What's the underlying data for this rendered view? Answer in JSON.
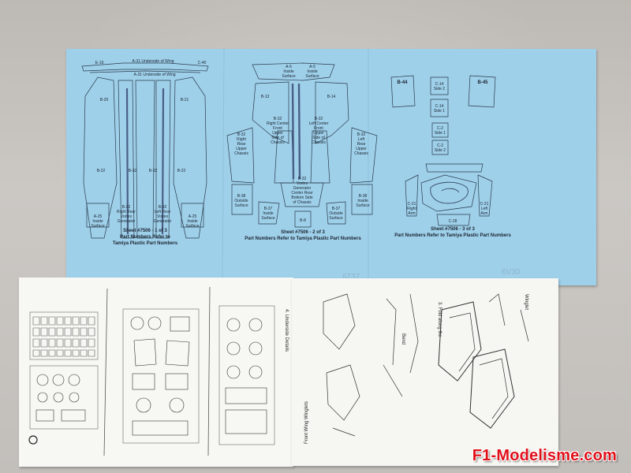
{
  "sheet1": {
    "labels": {
      "e19": "E-19",
      "a31a": "A-31 Underside of Wing",
      "a31b": "A-31 Underside of Wing",
      "c40": "C-40",
      "b20": "B-20",
      "b21": "B-21",
      "b22l": "B-22",
      "b32a": "B-32",
      "b32b": "B-32",
      "b22r": "B-22",
      "rr1": "B-32",
      "rr2": "Right Rear",
      "rr3": "Vortex",
      "rr4": "Generator",
      "lr1": "B-32",
      "lr2": "Left Rear",
      "lr3": "Vortex",
      "lr4": "Generator",
      "a25l1": "A-25",
      "a25l2": "Inside",
      "a25l3": "Surface",
      "a25r1": "A-25",
      "a25r2": "Inside",
      "a25r3": "Surface"
    },
    "footer": {
      "l1": "Sheet #7506 - 1 of 3",
      "l2": "Part Numbers Refer to",
      "l3": "Tamiya Plastic Part Numbers"
    }
  },
  "sheet2": {
    "labels": {
      "a5a1": "A-5",
      "a5a2": "Inside",
      "a5a3": "Surface",
      "a5b1": "A-5",
      "a5b2": "Inside",
      "a5b3": "Surface",
      "b13": "B-13",
      "b14": "B-14",
      "rc1": "B-32",
      "rc2": "Right Center",
      "rc3": "Front",
      "rc4": "Upper",
      "rc5": "Side of",
      "rc6": "Chassis",
      "lc1": "B-32",
      "lc2": "Left Center",
      "lc3": "Front",
      "lc4": "Upper",
      "lc5": "Side of",
      "lc6": "Chassis",
      "rru1": "B-32",
      "rru2": "Right",
      "rru3": "Rear",
      "rru4": "Upper",
      "rru5": "Chassis",
      "lru1": "B-32",
      "lru2": "Left",
      "lru3": "Rear",
      "lru4": "Upper",
      "lru5": "Chassis",
      "vg1": "B-32",
      "vg2": "Vortex",
      "vg3": "Generator",
      "vg4": "Center Rear",
      "vg5": "Bottom Side",
      "vg6": "of Chassis",
      "b38l1": "B-38",
      "b38l2": "Outside",
      "b38l3": "Surface",
      "b38r1": "B-38",
      "b38r2": "Inside",
      "b38r3": "Surface",
      "b37l1": "B-37",
      "b37l2": "Inside",
      "b37l3": "Surface",
      "b37r1": "B-37",
      "b37r2": "Outside",
      "b37r3": "Surface",
      "b8": "B-8"
    },
    "footer": {
      "l1": "Sheet #7506 - 2 of 3",
      "l2": "Part Numbers Refer to Tamiya Plastic Part Numbers"
    }
  },
  "sheet3": {
    "labels": {
      "b44": "B-44",
      "b45": "B-45",
      "c14a1": "C-14",
      "c14a2": "Side 2",
      "c14b1": "C-14",
      "c14b2": "Side 1",
      "c2a1": "C-2",
      "c2a2": "Side 1",
      "c2b1": "C-2",
      "c2b2": "Side 2",
      "c21r1": "C-21",
      "c21r2": "Right",
      "c21r3": "Arm",
      "c21l1": "C-21",
      "c21l2": "Left",
      "c21l3": "Arm",
      "c28": "C-28"
    },
    "footer": {
      "l1": "Sheet #7506 - 3 of 3",
      "l2": "Part Numbers Refer to Tamiya Plastic Part Numbers"
    }
  },
  "pencil_marks": {
    "left": "6737",
    "right": "6V30"
  },
  "instructions": {
    "heading_left": "4. Underside Details",
    "heading_right": "Front Wing Winglets",
    "caption1": "Bend",
    "caption2": "3. Fold along the",
    "caption3": "Winglet"
  },
  "watermark": "F1-Modelisme.com"
}
